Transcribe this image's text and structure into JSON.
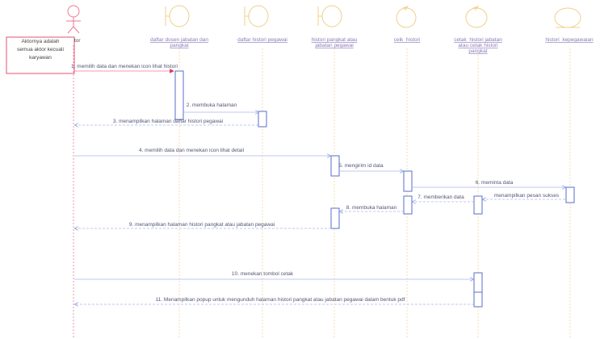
{
  "actor": {
    "name": "Aktor",
    "note": [
      "Aktornya adalah",
      "semua aktor kecuali",
      "karyawan"
    ]
  },
  "objects": [
    {
      "id": "o1",
      "label": [
        "daftar dosen jabatan dan",
        "pangkat"
      ]
    },
    {
      "id": "o2",
      "label": [
        "daftar histori pegawai"
      ]
    },
    {
      "id": "o3",
      "label": [
        "histori pangkat atau",
        "jabatan pegawai"
      ]
    },
    {
      "id": "o4",
      "label": [
        "ceik_histori"
      ]
    },
    {
      "id": "o5",
      "label": [
        "cetak_histori jabatan",
        "atau cetak histori",
        "pangkat"
      ]
    },
    {
      "id": "o6",
      "label": [
        "histori_kepegawaian"
      ]
    }
  ],
  "messages": [
    {
      "n": "1",
      "text": "1. memilih data dan menekan icon lihat histori"
    },
    {
      "n": "2",
      "text": "2. membuka halaman"
    },
    {
      "n": "3",
      "text": "3. menampilkan halaman daftar histori pegawai"
    },
    {
      "n": "4",
      "text": "4. memilih data dan menekan icon lihat detail"
    },
    {
      "n": "5",
      "text": "5. mengirim id data"
    },
    {
      "n": "6",
      "text": "6. meminta data"
    },
    {
      "n": "6b",
      "text": "menampilkan pesan sukses"
    },
    {
      "n": "7",
      "text": "7. memberikan data"
    },
    {
      "n": "8",
      "text": "8. membuka halaman"
    },
    {
      "n": "9",
      "text": "9. menampilkan halaman histori pangkat atau jabatan pegawai"
    },
    {
      "n": "10",
      "text": "10. menekan tombol cetak"
    },
    {
      "n": "11",
      "text": "11. Menampilkan popup untuk mengunduh halaman histori pangkat atau jabatan pegawai dalam bentuk pdf"
    }
  ]
}
